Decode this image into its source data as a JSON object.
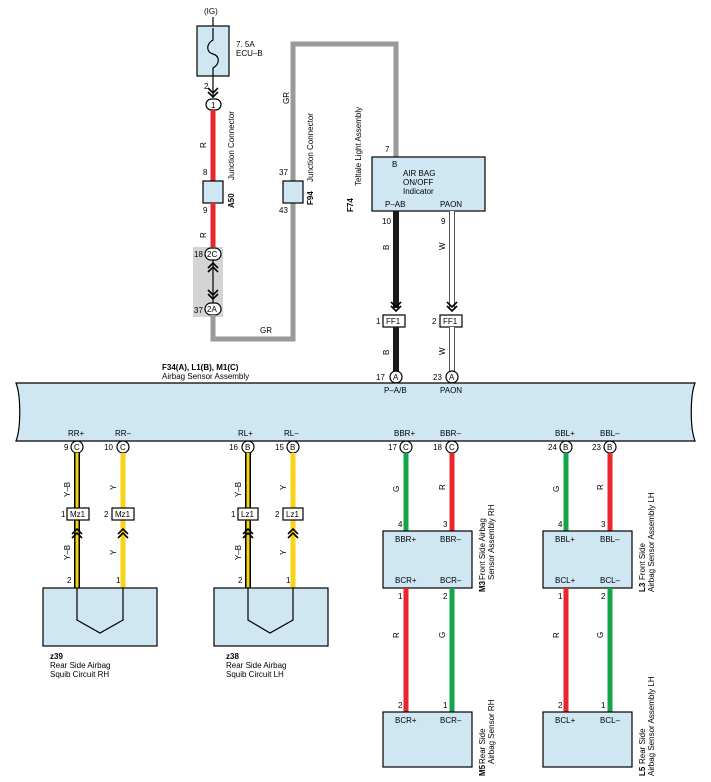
{
  "power": {
    "ig": "(IG)",
    "fuse_rating": "7. 5A",
    "fuse_name": "ECU–B",
    "pin_top": "2",
    "pin_out": "1"
  },
  "wire_colors": {
    "R": "R",
    "GR": "GR",
    "B": "B",
    "W": "W",
    "Y": "Y",
    "YB": "Y–B",
    "G": "G"
  },
  "colors": {
    "red": "#e8262b",
    "yellow": "#f7d417",
    "green": "#12a54a",
    "gray": "#9a9a9a",
    "black": "#1a1a1a",
    "white": "#ffffff",
    "box_fill": "#cfe7f3",
    "gray_band": "#d4d4d4"
  },
  "a50": {
    "code": "A50",
    "name": "Junction Connector",
    "pin_in": "8",
    "pin_out": "9"
  },
  "f94": {
    "code": "F94",
    "name": "Junction Connector",
    "pin_in": "37",
    "pin_out": "43"
  },
  "conn2c": {
    "pin": "18",
    "label": "2C"
  },
  "conn2a": {
    "pin": "37",
    "label": "2A"
  },
  "f74": {
    "code": "F74",
    "name": "Teltale Light Assembly",
    "pin_b": "7",
    "b_label": "B",
    "title": "AIR BAG ON/OFF Indicator",
    "term_pab": "P–AB",
    "term_paon": "PAON",
    "pin_pab": "10",
    "pin_paon": "9"
  },
  "ff1": {
    "label": "FF1",
    "pin1": "1",
    "pin2": "2"
  },
  "ecu": {
    "title": "F34(A), L1(B), M1(C)",
    "name": "Airbag Sensor Assembly",
    "top_pins": [
      {
        "pin": "17",
        "conn": "A",
        "label": "P–A/B"
      },
      {
        "pin": "23",
        "conn": "A",
        "label": "PAON"
      }
    ],
    "bottom_pins": [
      {
        "pin": "9",
        "conn": "C",
        "label": "RR+"
      },
      {
        "pin": "10",
        "conn": "C",
        "label": "RR–"
      },
      {
        "pin": "16",
        "conn": "B",
        "label": "RL+"
      },
      {
        "pin": "15",
        "conn": "B",
        "label": "RL–"
      },
      {
        "pin": "17",
        "conn": "C",
        "label": "BBR+"
      },
      {
        "pin": "18",
        "conn": "C",
        "label": "BBR–"
      },
      {
        "pin": "24",
        "conn": "B",
        "label": "BBL+"
      },
      {
        "pin": "23",
        "conn": "B",
        "label": "BBL–"
      }
    ]
  },
  "mz1": {
    "label": "Mz1",
    "pin1": "1",
    "pin2": "2"
  },
  "lz1": {
    "label": "Lz1",
    "pin1": "1",
    "pin2": "2"
  },
  "z39": {
    "code": "z39",
    "line1": "Rear Side Airbag",
    "line2": "Squib Circuit RH",
    "pin_a": "2",
    "pin_b": "1"
  },
  "z38": {
    "code": "z38",
    "line1": "Rear Side Airbag",
    "line2": "Squib Circuit LH",
    "pin_a": "2",
    "pin_b": "1"
  },
  "m3": {
    "code": "M3",
    "line1": "Front Side Airbag",
    "line2": "Sensor Assembly RH",
    "in_plus": "BBR+",
    "in_minus": "BBR–",
    "out_plus": "BCR+",
    "out_minus": "BCR–",
    "pin_in_plus": "4",
    "pin_in_minus": "3",
    "pin_out_plus": "1",
    "pin_out_minus": "2"
  },
  "l3": {
    "code": "L3",
    "line1": "Front Side",
    "line2": "Airbag Sensor Assembly LH",
    "in_plus": "BBL+",
    "in_minus": "BBL–",
    "out_plus": "BCL+",
    "out_minus": "BCL–",
    "pin_in_plus": "4",
    "pin_in_minus": "3",
    "pin_out_plus": "1",
    "pin_out_minus": "2"
  },
  "m5": {
    "code": "M5",
    "line1": "Rear Side",
    "line2": "Airbag Sensor RH",
    "term_plus": "BCR+",
    "term_minus": "BCR–",
    "pin_plus": "2",
    "pin_minus": "1"
  },
  "l5": {
    "code": "L5",
    "line1": "Rear Side",
    "line2": "Airbag Sensor Assembly LH",
    "term_plus": "BCL+",
    "term_minus": "BCL–",
    "pin_plus": "2",
    "pin_minus": "1"
  }
}
